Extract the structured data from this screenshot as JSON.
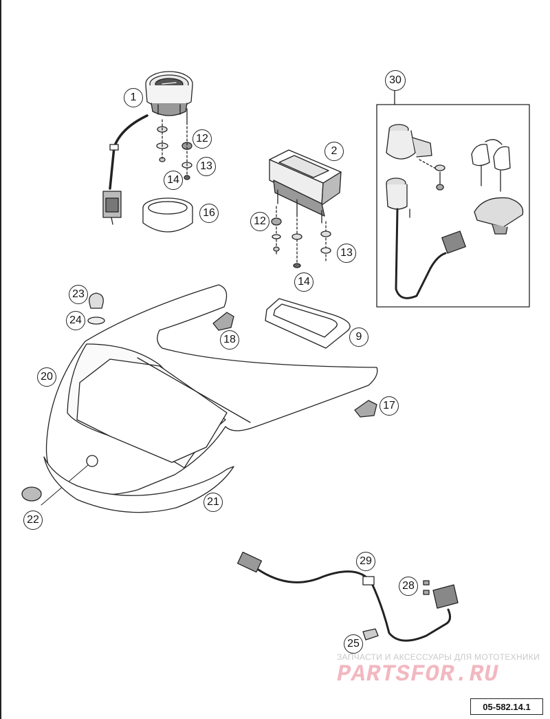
{
  "callouts": {
    "c1": "1",
    "c2": "2",
    "c9": "9",
    "c12a": "12",
    "c12b": "12",
    "c13a": "13",
    "c13b": "13",
    "c14a": "14",
    "c14b": "14",
    "c16": "16",
    "c17": "17",
    "c18": "18",
    "c20": "20",
    "c21": "21",
    "c22": "22",
    "c23": "23",
    "c24": "24",
    "c25": "25",
    "c28": "28",
    "c29": "29",
    "c30": "30"
  },
  "watermark": {
    "tagline": "ЗАПЧАСТИ И АКСЕССУАРЫ ДЛЯ МОТОТЕХНИКИ",
    "logo": "PARTSFOR.RU"
  },
  "reference": "05-582.14.1"
}
